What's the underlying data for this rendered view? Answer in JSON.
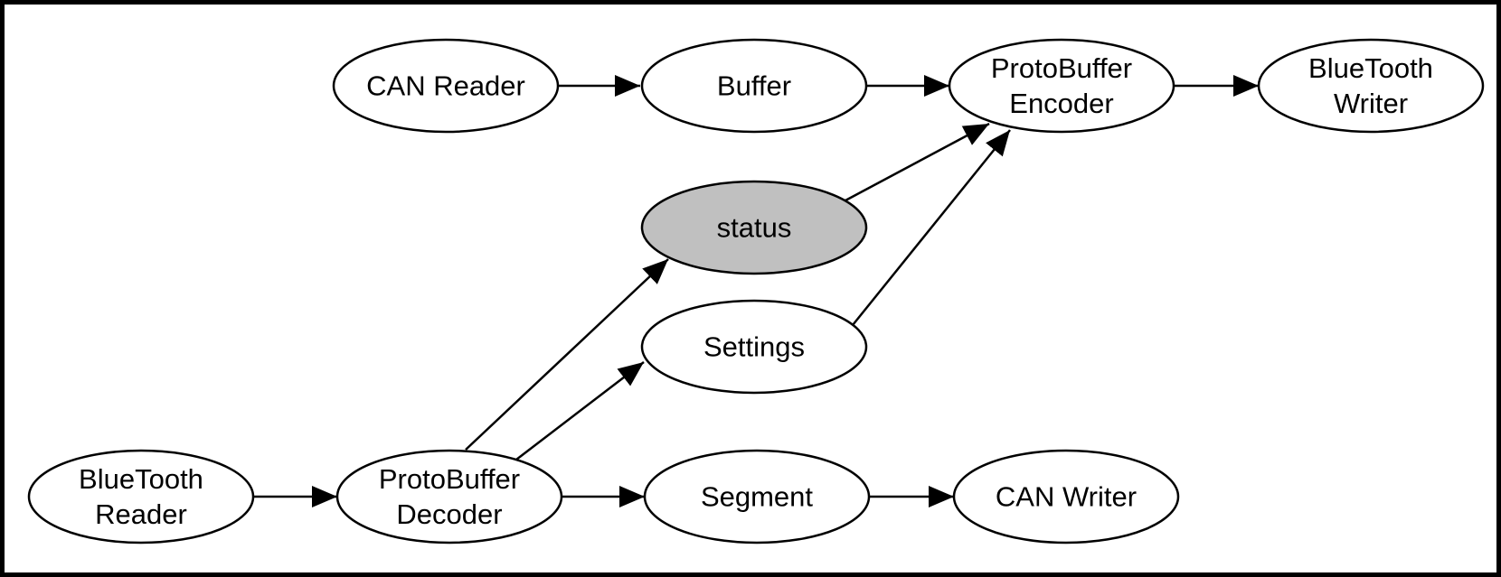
{
  "diagram": {
    "colors": {
      "stroke": "#000000",
      "node_fill": "#ffffff",
      "highlight_fill": "#c0c0c0",
      "background": "#ffffff"
    },
    "nodes": [
      {
        "id": "can-reader",
        "lines": [
          "CAN Reader"
        ]
      },
      {
        "id": "buffer",
        "lines": [
          "Buffer"
        ]
      },
      {
        "id": "protobuffer-encoder",
        "lines": [
          "ProtoBuffer",
          "Encoder"
        ]
      },
      {
        "id": "bluetooth-writer",
        "lines": [
          "BlueTooth",
          "Writer"
        ]
      },
      {
        "id": "status",
        "lines": [
          "status"
        ],
        "highlighted": true
      },
      {
        "id": "settings",
        "lines": [
          "Settings"
        ]
      },
      {
        "id": "bluetooth-reader",
        "lines": [
          "BlueTooth",
          "Reader"
        ]
      },
      {
        "id": "protobuffer-decoder",
        "lines": [
          "ProtoBuffer",
          "Decoder"
        ]
      },
      {
        "id": "segment",
        "lines": [
          "Segment"
        ]
      },
      {
        "id": "can-writer",
        "lines": [
          "CAN Writer"
        ]
      }
    ],
    "edges": [
      {
        "from": "can-reader",
        "to": "buffer"
      },
      {
        "from": "buffer",
        "to": "protobuffer-encoder"
      },
      {
        "from": "protobuffer-encoder",
        "to": "bluetooth-writer"
      },
      {
        "from": "status",
        "to": "protobuffer-encoder"
      },
      {
        "from": "settings",
        "to": "protobuffer-encoder"
      },
      {
        "from": "bluetooth-reader",
        "to": "protobuffer-decoder"
      },
      {
        "from": "protobuffer-decoder",
        "to": "status"
      },
      {
        "from": "protobuffer-decoder",
        "to": "settings"
      },
      {
        "from": "protobuffer-decoder",
        "to": "segment"
      },
      {
        "from": "segment",
        "to": "can-writer"
      }
    ]
  }
}
